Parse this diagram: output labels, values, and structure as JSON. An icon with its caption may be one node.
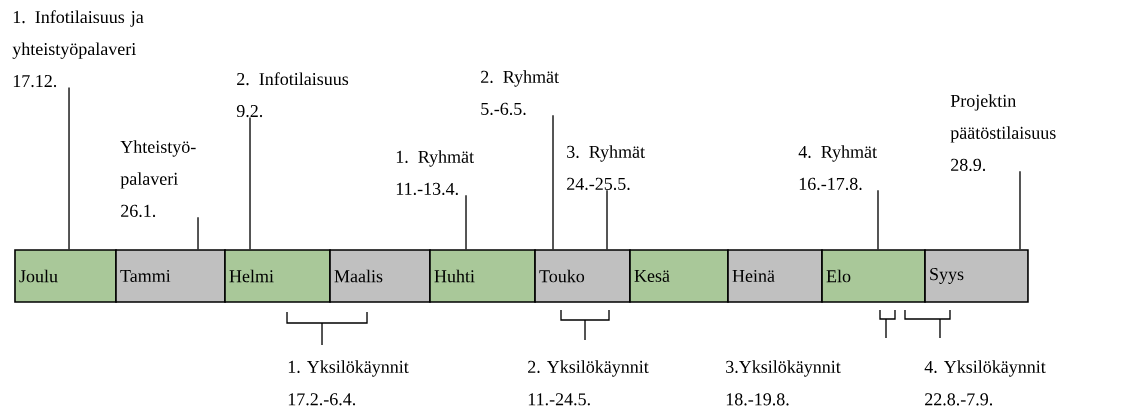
{
  "diagram": {
    "nodes": [
      {
        "text": [
          "Joulu"
        ]
      },
      {
        "text": [
          "Tammi"
        ]
      },
      {
        "text": [
          "Helmi"
        ]
      },
      {
        "text": [
          "Maalis"
        ]
      },
      {
        "text": [
          "Huhti"
        ]
      },
      {
        "text": [
          "Touko"
        ]
      },
      {
        "text": [
          "Kesä"
        ]
      },
      {
        "text": [
          "Heinä"
        ]
      },
      {
        "text": [
          "Elo"
        ]
      },
      {
        "text": [
          "Syys"
        ]
      },
      {
        "text": [
          "1. Infotilaisuus ja yhteistyöpalaveri",
          "17.12."
        ]
      },
      {
        "text": [
          "Yhteistyö- palaveri",
          "26.1."
        ]
      },
      {
        "text": [
          "2. Infotilaisuus",
          "9.2."
        ]
      },
      {
        "text": [
          "1. Ryhmät",
          "11.-13.4."
        ]
      },
      {
        "text": [
          "2. Ryhmät",
          "5.-6.5."
        ]
      },
      {
        "text": [
          "3. Ryhmät",
          "24.-25.5."
        ]
      },
      {
        "text": [
          "4. Ryhmät",
          "16.-17.8."
        ]
      },
      {
        "text": [
          "Projektin päätöstilaisuus",
          "28.9."
        ]
      }
    ],
    "edges": [
      {
        "from": 10,
        "to": 0,
        "arrow": "none"
      },
      {
        "from": 11,
        "to": 1,
        "arrow": "none"
      },
      {
        "from": 12,
        "to": 2,
        "arrow": "none"
      },
      {
        "from": 13,
        "to": 4,
        "arrow": "none"
      },
      {
        "from": 14,
        "to": 5,
        "arrow": "none"
      },
      {
        "from": 15,
        "to": 5,
        "arrow": "none"
      },
      {
        "from": 16,
        "to": 8,
        "arrow": "none"
      },
      {
        "from": 17,
        "to": 9,
        "arrow": "none"
      }
    ],
    "labels": [
      "1. Yksilökäynnit",
      "17.2.-6.4.",
      "2. Yksilökäynnit",
      "11.-24.5.",
      "3.Yksilökäynnit",
      "18.-19.8.",
      "4. Yksilökäynnit",
      "22.8.-7.9."
    ]
  }
}
